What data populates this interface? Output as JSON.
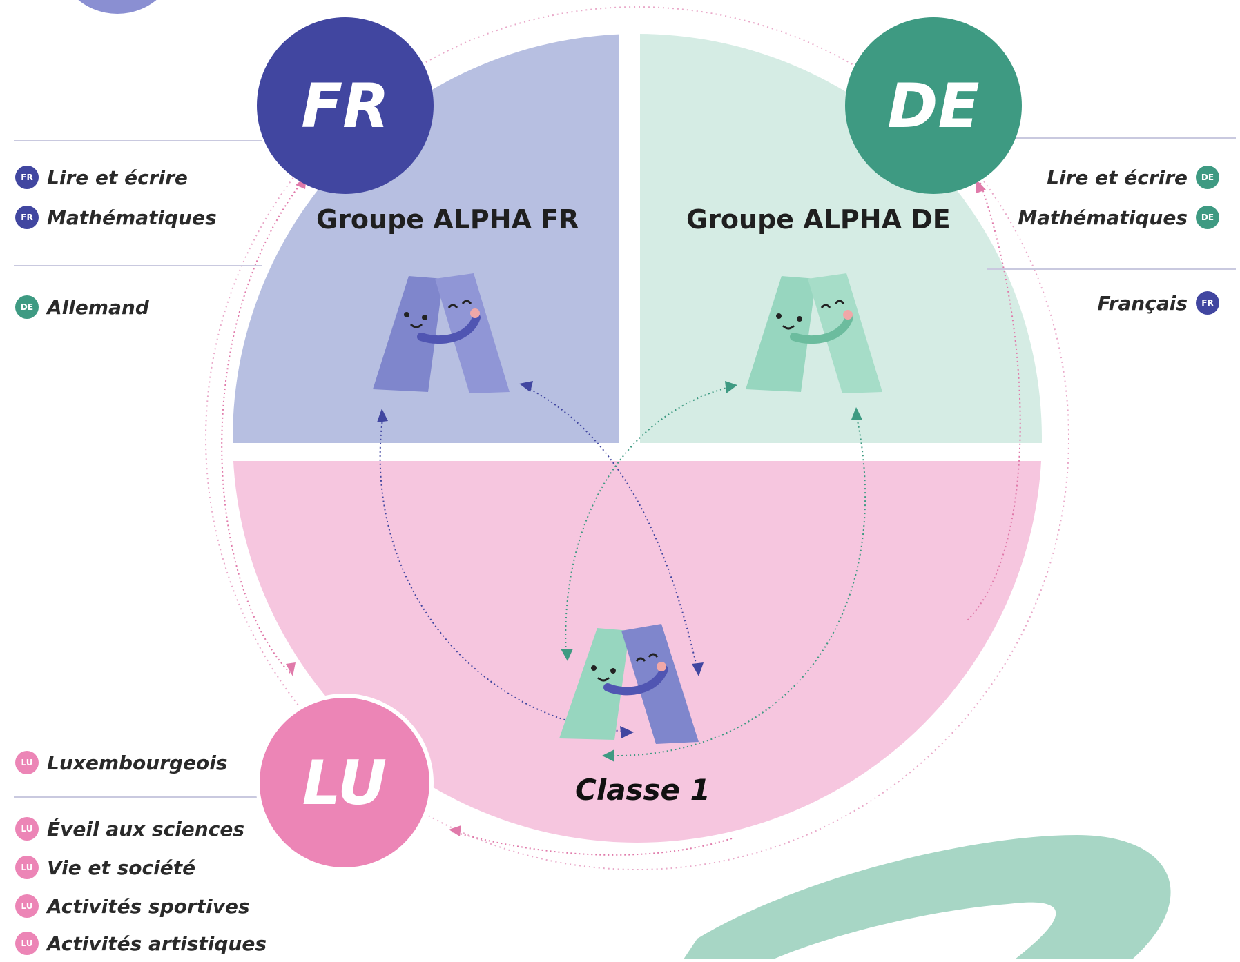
{
  "colors": {
    "fr": "#4146a0",
    "fr_light": "#b7bfe1",
    "de": "#3e9a82",
    "de_light": "#d5ece4",
    "lu": "#ec85b6",
    "lu_light": "#f6c6df",
    "mascot_purple": "#7f86cc",
    "mascot_green": "#97d6bf",
    "swoosh": "#a7d6c5"
  },
  "circles": {
    "fr": "FR",
    "de": "DE",
    "lu": "LU"
  },
  "groups": {
    "fr": "Groupe ALPHA FR",
    "de": "Groupe ALPHA DE",
    "classe": "Classe 1"
  },
  "left_fr": [
    {
      "badge": "FR",
      "label": "Lire et écrire"
    },
    {
      "badge": "FR",
      "label": "Mathématiques"
    }
  ],
  "left_de": [
    {
      "badge": "DE",
      "label": "Allemand"
    }
  ],
  "right_de": [
    {
      "badge": "DE",
      "label": "Lire et écrire"
    },
    {
      "badge": "DE",
      "label": "Mathématiques"
    }
  ],
  "right_fr": [
    {
      "badge": "FR",
      "label": "Français"
    }
  ],
  "left_lu_top": [
    {
      "badge": "LU",
      "label": "Luxembourgeois"
    }
  ],
  "left_lu_bottom": [
    {
      "badge": "LU",
      "label": "Éveil aux sciences"
    },
    {
      "badge": "LU",
      "label": "Vie et société"
    },
    {
      "badge": "LU",
      "label": "Activités sportives"
    },
    {
      "badge": "LU",
      "label": "Activités artistiques"
    }
  ]
}
